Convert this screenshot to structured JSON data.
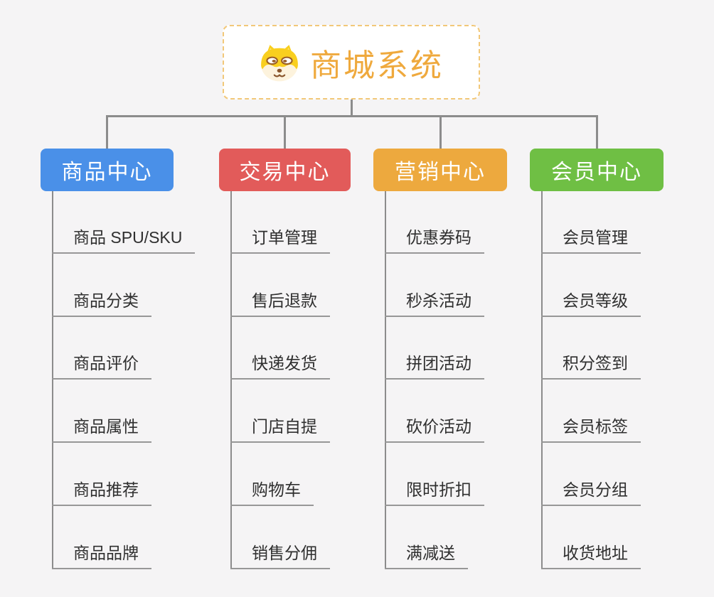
{
  "page": {
    "background": "#f5f4f5",
    "connector_color": "#8c8c8c"
  },
  "root": {
    "title": "商城系统",
    "icon": "dog-icon",
    "text_color": "#efa93d",
    "border_color": "#f2c879",
    "fill": "#ffffff"
  },
  "branches": [
    {
      "label": "商品中心",
      "color": "#4a90e8",
      "children": [
        "商品 SPU/SKU",
        "商品分类",
        "商品评价",
        "商品属性",
        "商品推荐",
        "商品品牌"
      ]
    },
    {
      "label": "交易中心",
      "color": "#e25b5a",
      "children": [
        "订单管理",
        "售后退款",
        "快递发货",
        "门店自提",
        "购物车",
        "销售分佣"
      ]
    },
    {
      "label": "营销中心",
      "color": "#eda93e",
      "children": [
        "优惠券码",
        "秒杀活动",
        "拼团活动",
        "砍价活动",
        "限时折扣",
        "满减送"
      ]
    },
    {
      "label": "会员中心",
      "color": "#6fbf44",
      "children": [
        "会员管理",
        "会员等级",
        "积分签到",
        "会员标签",
        "会员分组",
        "收货地址"
      ]
    }
  ]
}
